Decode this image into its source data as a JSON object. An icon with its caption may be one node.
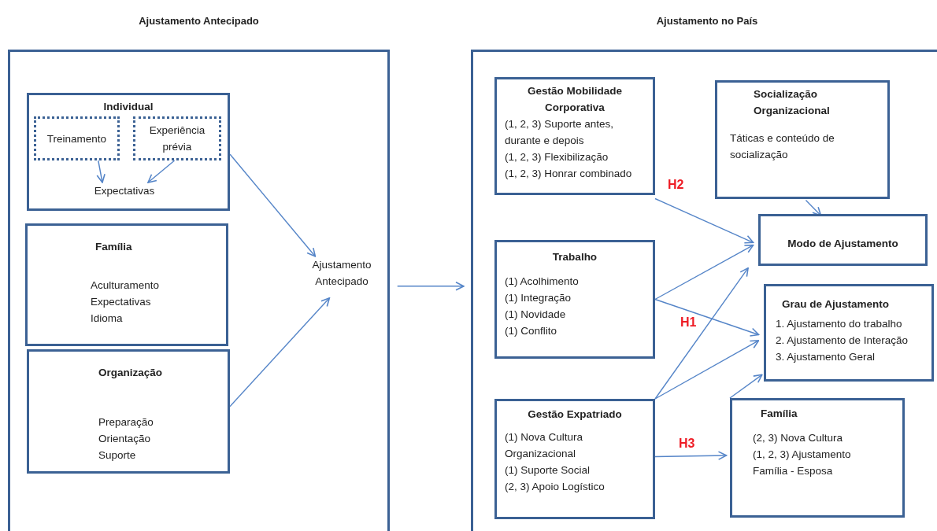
{
  "diagram": {
    "nodes": [
      {
        "text": [
          "Ajustamento Antecipado"
        ]
      },
      {
        "text": [
          "Individual"
        ],
        "in": 0
      },
      {
        "text": [
          "Treinamento"
        ],
        "in": 1
      },
      {
        "text": [
          "Experiência prévia"
        ],
        "in": 1
      },
      {
        "text": [
          "Expectativas"
        ],
        "in": 1
      },
      {
        "text": [
          "Família",
          "Aculturamento",
          "Expectativas",
          "Idioma"
        ],
        "in": 0
      },
      {
        "text": [
          "Organização",
          "Preparação",
          "Orientação",
          "Suporte"
        ],
        "in": 0
      },
      {
        "text": [
          "Ajustamento Antecipado"
        ],
        "in": 0
      },
      {
        "text": [
          "Ajustamento no País"
        ]
      },
      {
        "text": [
          "Gestão Mobilidade Corporativa",
          "(1, 2, 3)  Suporte antes, durante e depois",
          "(1, 2, 3) Flexibilização",
          "(1, 2, 3) Honrar combinado"
        ],
        "in": 8
      },
      {
        "text": [
          "Socialização Organizacional",
          "Táticas e conteúdo de socialização"
        ],
        "in": 8
      },
      {
        "text": [
          "Modo de Ajustamento"
        ],
        "in": 8
      },
      {
        "text": [
          "Trabalho",
          "(1) Acolhimento",
          "(1) Integração",
          "(1) Novidade",
          "(1) Conflito"
        ],
        "in": 8
      },
      {
        "text": [
          "Grau de Ajustamento",
          "1. Ajustamento do trabalho",
          "2. Ajustamento de Interação",
          "3. Ajustamento Geral"
        ],
        "in": 8
      },
      {
        "text": [
          "Gestão Expatriado",
          "(1) Nova Cultura Organizacional",
          "(1) Suporte  Social",
          "(2, 3) Apoio Logístico"
        ],
        "in": 8
      },
      {
        "text": [
          "Família",
          "(2, 3) Nova Cultura",
          "(1, 2, 3) Ajustamento Família - Esposa"
        ],
        "in": 8
      }
    ],
    "edges": [
      {
        "from": 2,
        "to": 4,
        "arrow": "to"
      },
      {
        "from": 3,
        "to": 4,
        "arrow": "to"
      },
      {
        "from": 1,
        "to": 7,
        "arrow": "to"
      },
      {
        "from": 6,
        "to": 7,
        "arrow": "to"
      },
      {
        "from": 0,
        "to": 8,
        "arrow": "to"
      },
      {
        "from": 9,
        "to": 11,
        "arrow": "to",
        "label": "H2"
      },
      {
        "from": 10,
        "to": 11,
        "arrow": "to"
      },
      {
        "from": 12,
        "to": 11,
        "arrow": "to"
      },
      {
        "from": 12,
        "to": 13,
        "arrow": "to",
        "label": "H1"
      },
      {
        "from": 14,
        "to": 11,
        "arrow": "to"
      },
      {
        "from": 14,
        "to": 13,
        "arrow": "to"
      },
      {
        "from": 14,
        "to": 15,
        "arrow": "to",
        "label": "H3"
      },
      {
        "from": 15,
        "to": 13,
        "arrow": "to"
      }
    ]
  }
}
